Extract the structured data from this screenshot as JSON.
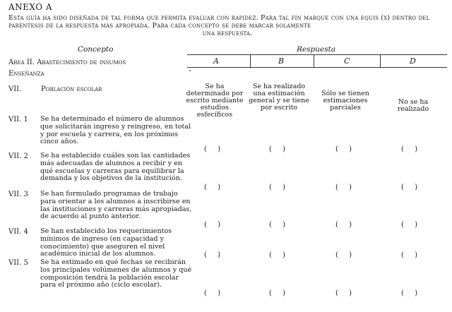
{
  "document": {
    "title": "ANEXO A",
    "intro_line1": "Esta guía ha sido diseñada de tal forma que permita evaluar con rapidez. Para tal fin marque con una equis (x) dentro del paréntesis de la respuesta más apropiada. Para cada concepto se debe marcar solamente",
    "intro_line2": "una respuesta."
  },
  "table": {
    "concept_header": "Concepto",
    "response_header": "Respuesta",
    "columns": [
      {
        "letter": "A",
        "label": "Se ha determinado por escrito mediante estudios esfecíficos"
      },
      {
        "letter": "B",
        "label": "Se ha realizado una estimación general y se tiene por escrito"
      },
      {
        "letter": "C",
        "label": "Sólo se tienen estimaciones parciales"
      },
      {
        "letter": "D",
        "label": "No se ha realizado"
      }
    ],
    "area": "Area II.  Abastecimiento de insumos",
    "subarea": "Enseñanza",
    "section": {
      "number": "VII.",
      "title": "Población escolar"
    },
    "paren": "( )",
    "items": [
      {
        "number": "VII. 1",
        "text": "Se ha determinado el número de alumnos que solicitarán ingreso y reingreso, en total y por escuela y carrera, en los próximos cinco años."
      },
      {
        "number": "VII. 2",
        "text": "Se ha establecido cuáles son las cantidades más adecuadas de alumnos a recibir y en qué escuelas y carreras para equilibrar la demanda y los objetivos de la institución."
      },
      {
        "number": "VII. 3",
        "text": "Se han formulado programas de trabajo para orientar a los alumnos a inscribirse en las instituciones y carreras más apropiadas, de acuerdo al punto anterior."
      },
      {
        "number": "VII. 4",
        "text": "Se han establecido los requerimientos mínimos de ingreso (en capacidad y conocimiento) que aseguren el nivel académico inicial de los alumnos."
      },
      {
        "number": "VII. 5",
        "text": "Se ha estimado en qué fechas se recibirán los principales volúmenes de alumnos y qué composición tendrá la población escolar para el próximo año (ciclo escolar)."
      }
    ]
  }
}
